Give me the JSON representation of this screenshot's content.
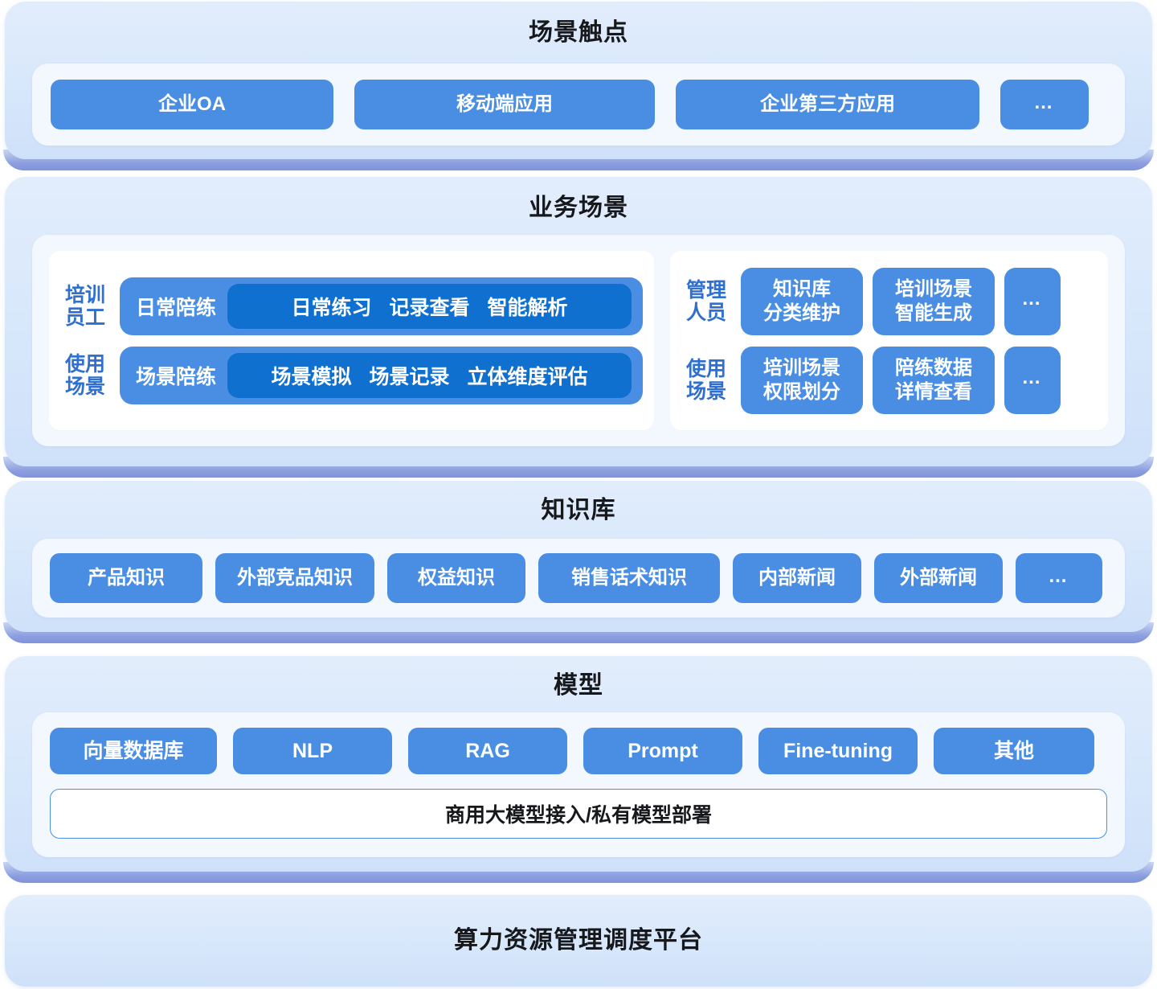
{
  "colors": {
    "pill_blue": "#4A8EE3",
    "pill_blue_dark": "#1070D0",
    "section_bg": "#D7E7FB",
    "panel_bg": "#F3F8FE",
    "slab_shadow": "#8D9FE0",
    "role_label": "#2F6FD0",
    "title_text": "#16181C"
  },
  "sections": {
    "touchpoints": {
      "title": "场景触点",
      "items": [
        {
          "label": "企业OA"
        },
        {
          "label": "移动端应用"
        },
        {
          "label": "企业第三方应用"
        },
        {
          "label": "…",
          "icon": "ellipsis-icon"
        }
      ]
    },
    "business_scenarios": {
      "title": "业务场景",
      "left_group": {
        "rows": [
          {
            "role": "培训\n员工",
            "role_line1": "培训",
            "role_line2": "员工",
            "head": "日常陪练",
            "sub_items": [
              "日常练习",
              "记录查看",
              "智能解析"
            ]
          },
          {
            "role": "使用\n场景",
            "role_line1": "使用",
            "role_line2": "场景",
            "head": "场景陪练",
            "sub_items": [
              "场景模拟",
              "场景记录",
              "立体维度评估"
            ]
          }
        ]
      },
      "right_group": {
        "rows": [
          {
            "role_line1": "管理",
            "role_line2": "人员",
            "items": [
              {
                "line1": "知识库",
                "line2": "分类维护"
              },
              {
                "line1": "培训场景",
                "line2": "智能生成"
              },
              {
                "label": "…",
                "icon": "ellipsis-icon"
              }
            ]
          },
          {
            "role_line1": "使用",
            "role_line2": "场景",
            "items": [
              {
                "line1": "培训场景",
                "line2": "权限划分"
              },
              {
                "line1": "陪练数据",
                "line2": "详情查看"
              },
              {
                "label": "…",
                "icon": "ellipsis-icon"
              }
            ]
          }
        ]
      }
    },
    "knowledge_base": {
      "title": "知识库",
      "items": [
        {
          "label": "产品知识"
        },
        {
          "label": "外部竞品知识"
        },
        {
          "label": "权益知识"
        },
        {
          "label": "销售话术知识"
        },
        {
          "label": "内部新闻"
        },
        {
          "label": "外部新闻"
        },
        {
          "label": "…",
          "icon": "ellipsis-icon"
        }
      ]
    },
    "model": {
      "title": "模型",
      "items": [
        {
          "label": "向量数据库"
        },
        {
          "label": "NLP"
        },
        {
          "label": "RAG"
        },
        {
          "label": "Prompt"
        },
        {
          "label": "Fine-tuning"
        },
        {
          "label": "其他"
        }
      ],
      "bar_label": "商用大模型接入/私有模型部署"
    },
    "platform": {
      "title": "算力资源管理调度平台"
    }
  }
}
